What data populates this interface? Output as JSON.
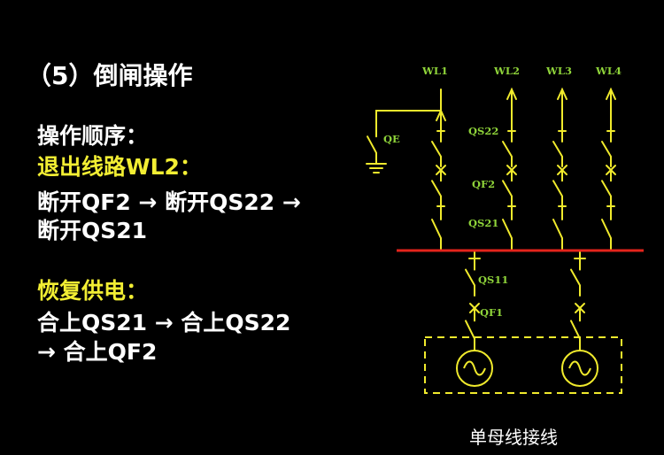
{
  "heading": "（5）倒闸操作",
  "sequence_label": "操作顺序：",
  "outage": {
    "label": "退出线路WL2：",
    "line1": "断开QF2 → 断开QS22 →",
    "line2": "断开QS21"
  },
  "restore": {
    "label": "恢复供电：",
    "line1": "合上QS21 → 合上QS22",
    "line2": "→ 合上QF2"
  },
  "diagram": {
    "feeders": [
      "WL1",
      "WL2",
      "WL3",
      "WL4"
    ],
    "earthing_switch": "QE",
    "feeder_labels": {
      "line_isolator": "QS22",
      "breaker": "QF2",
      "bus_isolator": "QS21"
    },
    "source_labels": {
      "isolator": "QS11",
      "breaker": "QF1"
    },
    "caption": "单母线接线",
    "colors": {
      "wire": "#f0ea2c",
      "busbar": "#e3241b",
      "label": "#8fd43a",
      "text_highlight": "#f2ee33",
      "text": "#ffffff"
    }
  }
}
